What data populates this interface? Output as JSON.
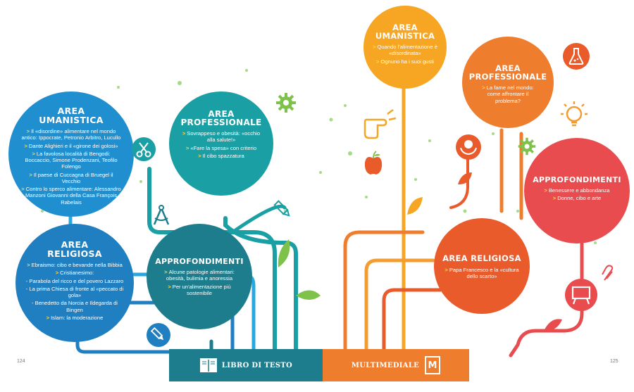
{
  "left": {
    "area_umanistica": {
      "title_1": "AREA",
      "title_2": "UMANISTICA",
      "items": [
        "Il «disordine» alimentare nel mondo antico: Ippocrate, Petronio Arbitro, Lucullo",
        "Dante Alighieri e il «girone dei golosi»",
        "La favolosa località di Bengodi: Boccaccio, Simone Prodenzani, Teofilo Folengo",
        "Il paese di Cuccagna di Bruegel il Vecchio",
        "Contro lo sperco alimentare: Alessandro Manzoni Giovanni della Casa François Rabelais"
      ]
    },
    "area_professionale": {
      "title_1": "AREA",
      "title_2": "PROFESSIONALE",
      "items": [
        "Sovrappeso e obesità: «occhio alla salute!»",
        "«Fare la spesa» con criterio",
        "Il cibo spazzatura"
      ]
    },
    "area_religiosa": {
      "title_1": "AREA",
      "title_2": "RELIGIOSA",
      "items": [
        "Ebraismo: cibo e bevande nella Bibbia",
        "Cristianesimo:",
        "- Parabola del ricco e del povero Lazzaro",
        "- La prima Chiesa di fronte al «peccato di gola»",
        "- Benedetto da Norcia e Ildegarda di Bingen",
        "Islam: la moderazione"
      ]
    },
    "approfondimenti": {
      "title": "APPROFONDIMENTI",
      "items": [
        "Alcune patologie alimentari: obesità, bulimia e anoressia",
        "Per un'alimentazione più sostenibile"
      ]
    },
    "bar_label": "LIBRO DI TESTO",
    "page_number": "124"
  },
  "right": {
    "area_umanistica": {
      "title_1": "AREA",
      "title_2": "UMANISTICA",
      "items": [
        "Quando l'alimentazione è «disordinata»",
        "Ognuno ha i suoi gusti"
      ]
    },
    "area_professionale": {
      "title_1": "AREA",
      "title_2": "PROFESSIONALE",
      "items": [
        "La fame nel mondo: come affrontare il problema?"
      ]
    },
    "approfondimenti": {
      "title": "APPROFONDIMENTI",
      "items": [
        "Benessere e abbondanza",
        "Donne, cibo e arte"
      ]
    },
    "area_religiosa": {
      "title": "AREA RELIGIOSA",
      "items": [
        "Papa Francesco e la «cultura dello scarto»"
      ]
    },
    "bar_label": "MULTIMEDIALE",
    "bar_icon_letter": "M",
    "page_number": "125"
  },
  "arrow_glyph": ">",
  "colors": {
    "blue_dark": "#1f7fc1",
    "blue": "#29a8e0",
    "teal": "#1a9fa5",
    "teal_dark": "#1e7d8c",
    "yellow_orange": "#f6a623",
    "orange": "#ef7d2e",
    "orange_red": "#ea5b2b",
    "red": "#e84c4f",
    "accent_yellow": "#ffd94a"
  }
}
